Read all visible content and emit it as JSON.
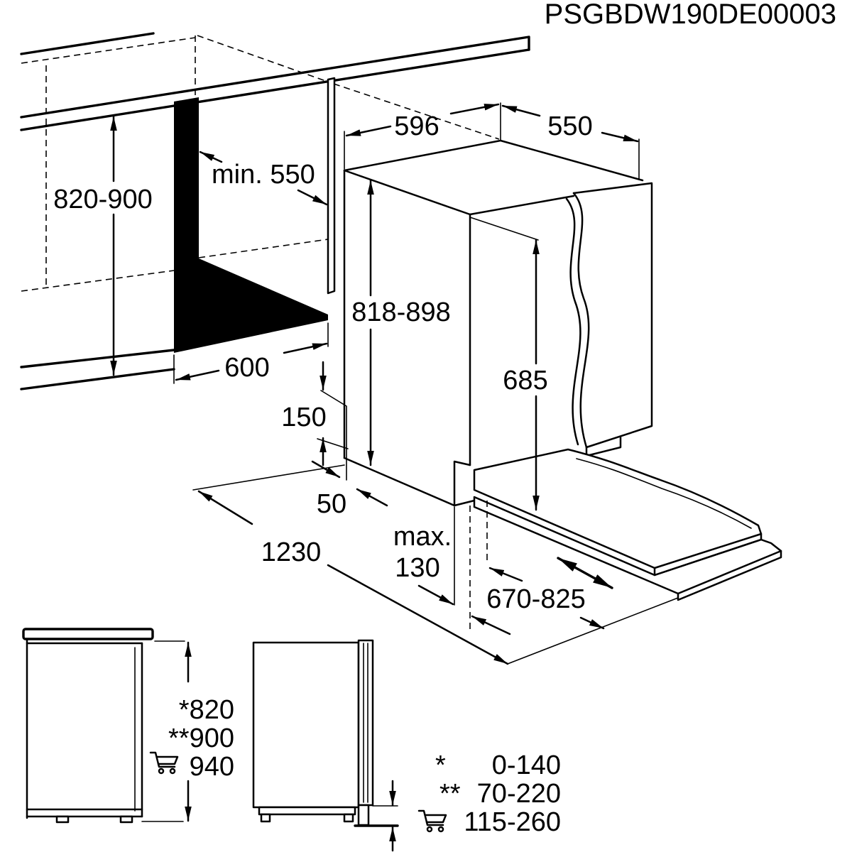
{
  "diagram": {
    "reference_code": "PSGBDW190DE00003",
    "main_view": {
      "width": "596",
      "depth": "550",
      "niche_depth": "min. 550",
      "niche_height": "820-900",
      "appliance_height": "818-898",
      "niche_width": "600",
      "door_height": "685",
      "plinth_height": "150",
      "plinth_setback": "50",
      "open_depth": "1230",
      "max_prefix": "max.",
      "max_value": "130",
      "panel_range": "670-825"
    },
    "side_view_heights": {
      "star": "*820",
      "double_star": "**900",
      "cart_icon": "shopping-cart-icon",
      "cart": "940"
    },
    "feet_adjustment": [
      {
        "marker": "*",
        "value": "0-140"
      },
      {
        "marker": "**",
        "value": "70-220"
      },
      {
        "icon": "shopping-cart-icon",
        "value": "115-260"
      }
    ]
  }
}
